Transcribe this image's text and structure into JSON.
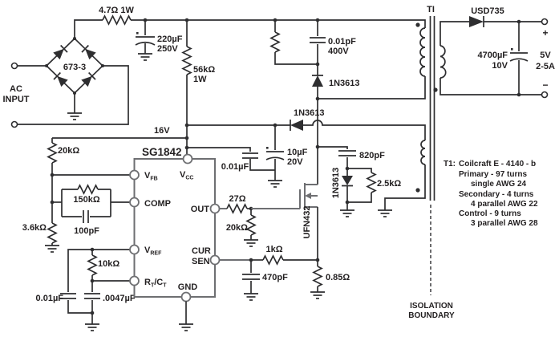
{
  "colors": {
    "wire": "#2e2e30",
    "device": "#6e6f72",
    "text": "#221f20",
    "bg": "#ffffff"
  },
  "input": {
    "ac_line1": "AC",
    "ac_line2": "INPUT",
    "bridge_part": "673-3",
    "series_resistor": "4.7Ω  1W",
    "bulk_cap_value": "220µF",
    "bulk_cap_voltage": "250V",
    "startup_resistor_value": "56kΩ",
    "startup_resistor_power": "1W"
  },
  "clamp": {
    "cap_value": "0.01pF",
    "cap_voltage": "400V",
    "diode": "1N3613"
  },
  "vcc_rail": {
    "voltage": "16V",
    "bootstrap_diode": "1N3613",
    "cap_value": "10µF",
    "cap_voltage": "20V",
    "bypass_cap": "0.01µF"
  },
  "ic": {
    "part": "SG1842",
    "pin_vfb": {
      "main": "V",
      "sub": "FB"
    },
    "pin_vcc": {
      "main": "V",
      "sub": "CC"
    },
    "pin_comp": "COMP",
    "pin_vref": {
      "main": "V",
      "sub": "REF"
    },
    "pin_rtct": {
      "p1": "R",
      "p2": "T",
      "p3": "/C",
      "p4": "T"
    },
    "pin_out": "OUT",
    "pin_cur": "CUR",
    "pin_sen": "SEN",
    "pin_gnd": "GND"
  },
  "feedback": {
    "top_resistor": "20kΩ",
    "comp_resistor": "150kΩ",
    "comp_cap": "100pF",
    "bottom_resistor": "3.6kΩ"
  },
  "timing": {
    "resistor": "10kΩ",
    "cap_left": "0.01µF",
    "cap_right": ".0047µF"
  },
  "gate_drive": {
    "series_resistor": "27Ω",
    "pulldown_resistor": "20kΩ",
    "mosfet": "UFN432"
  },
  "current_sense": {
    "filter_resistor": "1kΩ",
    "filter_cap": "470pF",
    "sense_resistor": "0.85Ω"
  },
  "drain_snubber": {
    "cap": "820pF",
    "diode": "1N3613",
    "resistor": "2.5kΩ"
  },
  "transformer": {
    "designator": "TI"
  },
  "output": {
    "rectifier": "USD735",
    "cap_value": "4700µF",
    "cap_voltage": "10V",
    "rating_voltage": "5V",
    "rating_current": "2-5A",
    "plus": "+",
    "minus": "−"
  },
  "isolation": {
    "line1": "ISOLATION",
    "line2": "BOUNDARY"
  },
  "transformer_note": {
    "t1": "T1:",
    "line1": "Coilcraft E - 4140 - b",
    "line2": "Primary - 97 turns",
    "line3": "single AWG 24",
    "line4": "Secondary - 4 turns",
    "line5": "4 parallel AWG 22",
    "line6": "Control - 9 turns",
    "line7": "3 parallel AWG 28"
  }
}
